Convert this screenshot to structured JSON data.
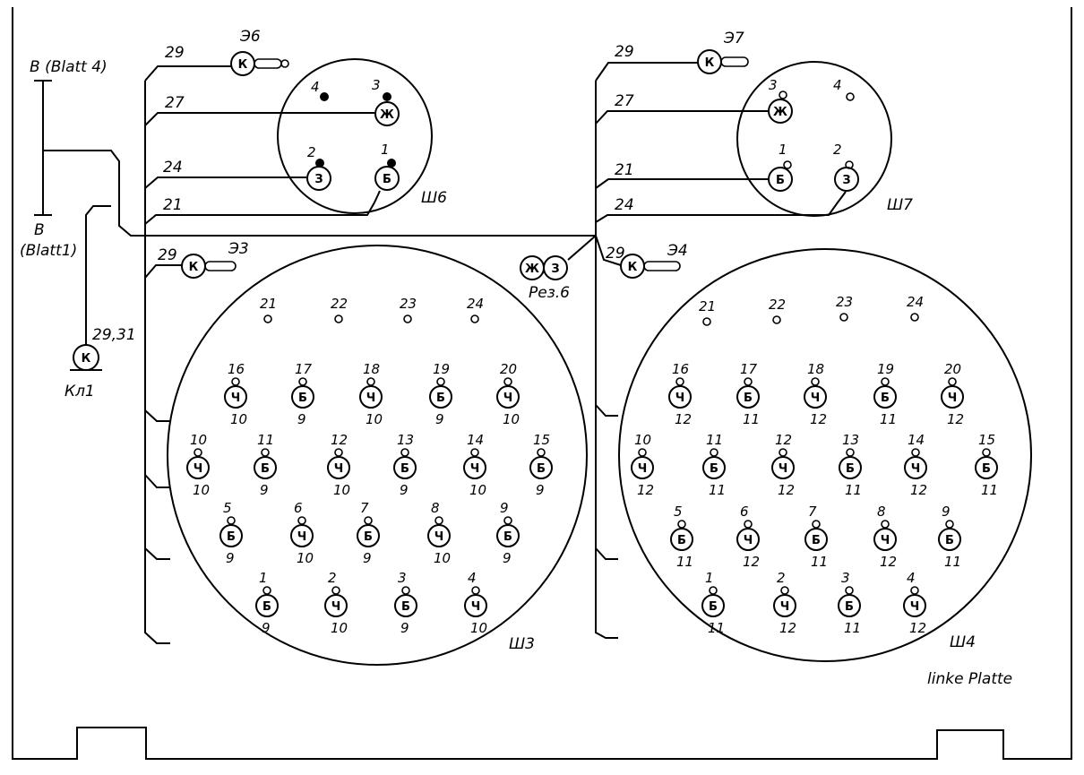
{
  "diagram": {
    "frame_bottom_note": "linke Platte",
    "left_bus": {
      "top_label": "B (Blatt 4)",
      "bottom_label_1": "B",
      "bottom_label_2": "(Blatt1)",
      "key_label": "Кл1",
      "key_wire": "29,31",
      "key_symbol": "К"
    },
    "lamps": [
      {
        "id": "Э6",
        "wire": "29",
        "symbol": "К"
      },
      {
        "id": "Э7",
        "wire": "29",
        "symbol": "К"
      },
      {
        "id": "Э3",
        "wire": "29",
        "symbol": "К"
      },
      {
        "id": "Э4",
        "wire": "29",
        "symbol": "К"
      }
    ],
    "resistor": {
      "label": "Рез.6",
      "pins": [
        "Ж",
        "З"
      ]
    },
    "connector_sh6": {
      "name": "Ш6",
      "wires": [
        "27",
        "24",
        "21"
      ],
      "pins": [
        {
          "num": "4",
          "color": ""
        },
        {
          "num": "3",
          "color": "Ж"
        },
        {
          "num": "2",
          "color": "З"
        },
        {
          "num": "1",
          "color": "Б"
        }
      ]
    },
    "connector_sh7": {
      "name": "Ш7",
      "wires": [
        "27",
        "21",
        "24"
      ],
      "pins": [
        {
          "num": "3",
          "color": "Ж"
        },
        {
          "num": "4",
          "color": ""
        },
        {
          "num": "1",
          "color": "Б"
        },
        {
          "num": "2",
          "color": "З"
        }
      ]
    },
    "connector_sh3": {
      "name": "Ш3",
      "top_pins": [
        "21",
        "22",
        "23",
        "24"
      ],
      "pins": [
        {
          "num": "16",
          "color": "Ч",
          "wire": "10"
        },
        {
          "num": "17",
          "color": "Б",
          "wire": "9"
        },
        {
          "num": "18",
          "color": "Ч",
          "wire": "10"
        },
        {
          "num": "19",
          "color": "Б",
          "wire": "9"
        },
        {
          "num": "20",
          "color": "Ч",
          "wire": "10"
        },
        {
          "num": "10",
          "color": "Ч",
          "wire": "10"
        },
        {
          "num": "11",
          "color": "Б",
          "wire": "9"
        },
        {
          "num": "12",
          "color": "Ч",
          "wire": "10"
        },
        {
          "num": "13",
          "color": "Б",
          "wire": "9"
        },
        {
          "num": "14",
          "color": "Ч",
          "wire": "10"
        },
        {
          "num": "15",
          "color": "Б",
          "wire": "9"
        },
        {
          "num": "5",
          "color": "Б",
          "wire": "9"
        },
        {
          "num": "6",
          "color": "Ч",
          "wire": "10"
        },
        {
          "num": "7",
          "color": "Б",
          "wire": "9"
        },
        {
          "num": "8",
          "color": "Ч",
          "wire": "10"
        },
        {
          "num": "9",
          "color": "Б",
          "wire": "9"
        },
        {
          "num": "1",
          "color": "Б",
          "wire": "9"
        },
        {
          "num": "2",
          "color": "Ч",
          "wire": "10"
        },
        {
          "num": "3",
          "color": "Б",
          "wire": "9"
        },
        {
          "num": "4",
          "color": "Ч",
          "wire": "10"
        }
      ]
    },
    "connector_sh4": {
      "name": "Ш4",
      "top_pins": [
        "21",
        "22",
        "23",
        "24"
      ],
      "pins": [
        {
          "num": "16",
          "color": "Ч",
          "wire": "12"
        },
        {
          "num": "17",
          "color": "Б",
          "wire": "11"
        },
        {
          "num": "18",
          "color": "Ч",
          "wire": "12"
        },
        {
          "num": "19",
          "color": "Б",
          "wire": "11"
        },
        {
          "num": "20",
          "color": "Ч",
          "wire": "12"
        },
        {
          "num": "10",
          "color": "Ч",
          "wire": "12"
        },
        {
          "num": "11",
          "color": "Б",
          "wire": "11"
        },
        {
          "num": "12",
          "color": "Ч",
          "wire": "12"
        },
        {
          "num": "13",
          "color": "Б",
          "wire": "11"
        },
        {
          "num": "14",
          "color": "Ч",
          "wire": "12"
        },
        {
          "num": "15",
          "color": "Б",
          "wire": "11"
        },
        {
          "num": "5",
          "color": "Б",
          "wire": "11"
        },
        {
          "num": "6",
          "color": "Ч",
          "wire": "12"
        },
        {
          "num": "7",
          "color": "Б",
          "wire": "11"
        },
        {
          "num": "8",
          "color": "Ч",
          "wire": "12"
        },
        {
          "num": "9",
          "color": "Б",
          "wire": "11"
        },
        {
          "num": "1",
          "color": "Б",
          "wire": "11"
        },
        {
          "num": "2",
          "color": "Ч",
          "wire": "12"
        },
        {
          "num": "3",
          "color": "Б",
          "wire": "11"
        },
        {
          "num": "4",
          "color": "Ч",
          "wire": "12"
        }
      ]
    }
  }
}
